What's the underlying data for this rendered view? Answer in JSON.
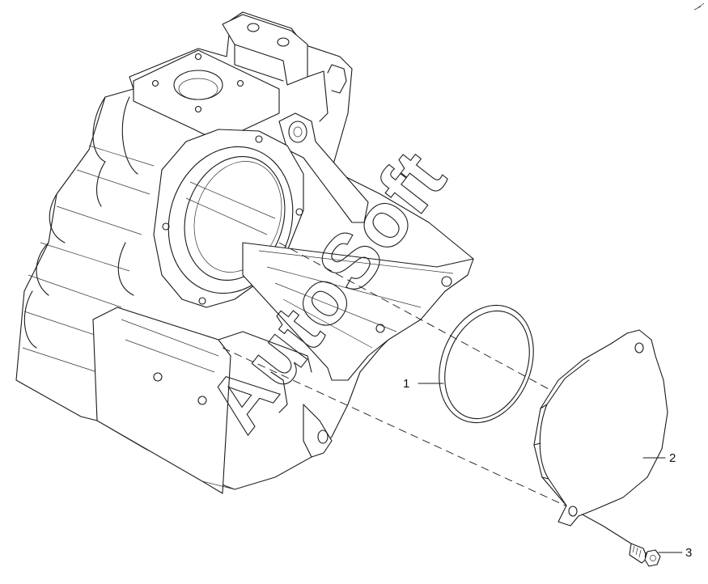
{
  "callouts": [
    {
      "label": "1",
      "part": "o-ring"
    },
    {
      "label": "2",
      "part": "cover-plate"
    },
    {
      "label": "3",
      "part": "flange-bolt"
    }
  ],
  "watermark": "AutoSoft"
}
